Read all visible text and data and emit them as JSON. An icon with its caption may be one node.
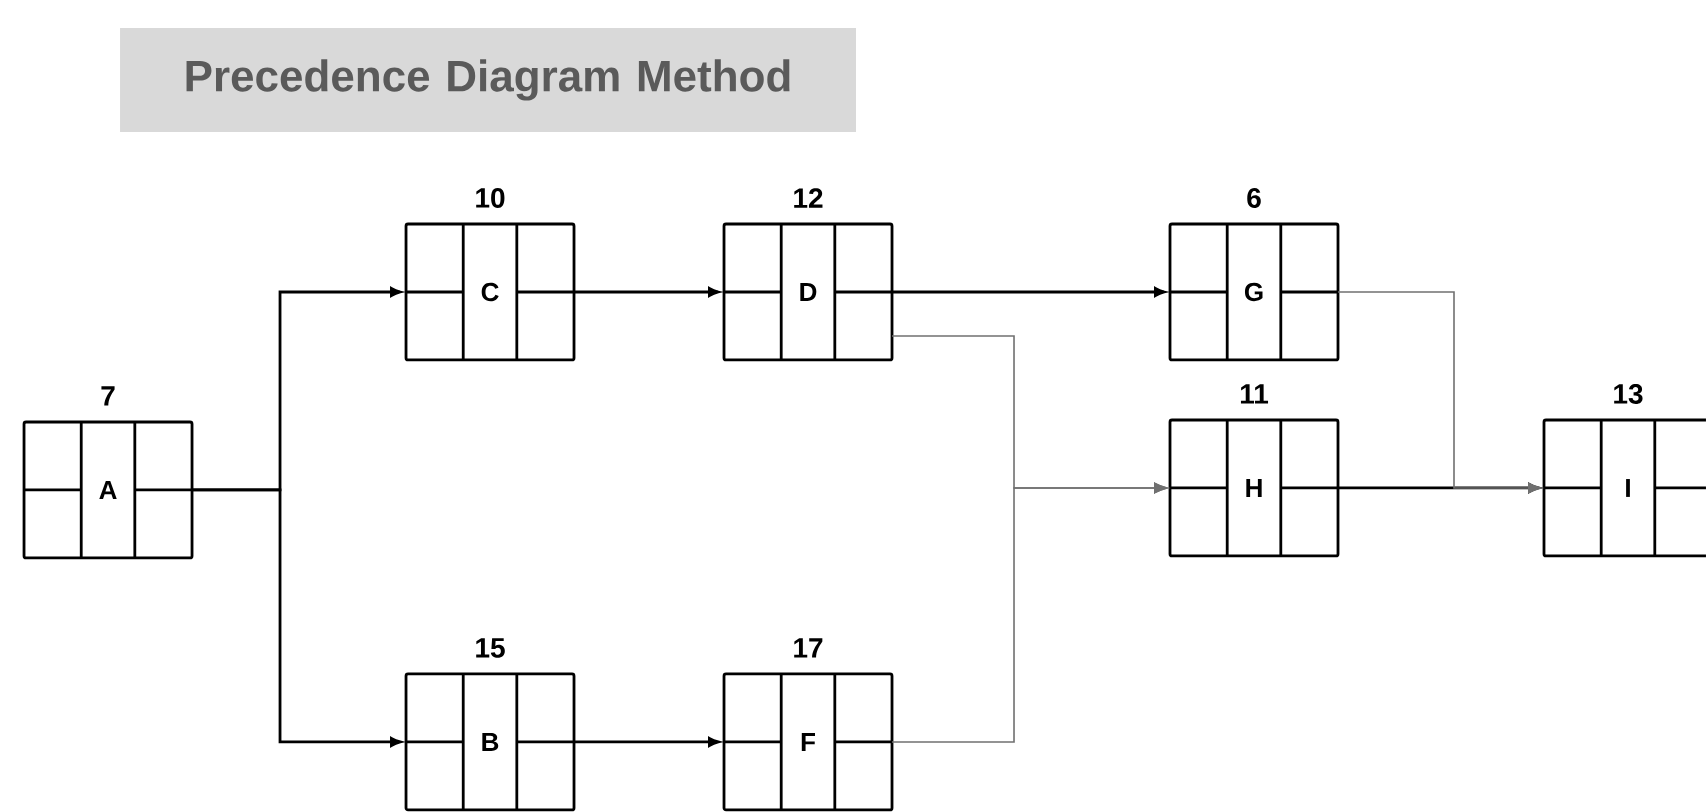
{
  "diagram": {
    "title": "Precedence Diagram Method",
    "nodes": [
      {
        "text": [
          "A"
        ],
        "beside": [
          "7"
        ]
      },
      {
        "text": [
          "C"
        ],
        "beside": [
          "10"
        ]
      },
      {
        "text": [
          "D"
        ],
        "beside": [
          "12"
        ]
      },
      {
        "text": [
          "G"
        ],
        "beside": [
          "6"
        ]
      },
      {
        "text": [
          "H"
        ],
        "beside": [
          "11"
        ]
      },
      {
        "text": [
          "I"
        ],
        "beside": [
          "13"
        ]
      },
      {
        "text": [
          "B"
        ],
        "beside": [
          "15"
        ]
      },
      {
        "text": [
          "F"
        ],
        "beside": [
          "17"
        ]
      }
    ],
    "edges": [
      {
        "from": 0,
        "to": 1,
        "arrow": "to"
      },
      {
        "from": 0,
        "to": 6,
        "arrow": "to"
      },
      {
        "from": 1,
        "to": 2,
        "arrow": "to"
      },
      {
        "from": 6,
        "to": 7,
        "arrow": "to"
      },
      {
        "from": 2,
        "to": 3,
        "arrow": "to"
      },
      {
        "from": 2,
        "to": 4,
        "arrow": "to",
        "color": "#707070"
      },
      {
        "from": 7,
        "to": 4,
        "arrow": "to",
        "color": "#707070"
      },
      {
        "from": 4,
        "to": 5,
        "arrow": "to"
      },
      {
        "from": 3,
        "to": 5,
        "arrow": "to",
        "color": "#707070"
      }
    ]
  }
}
